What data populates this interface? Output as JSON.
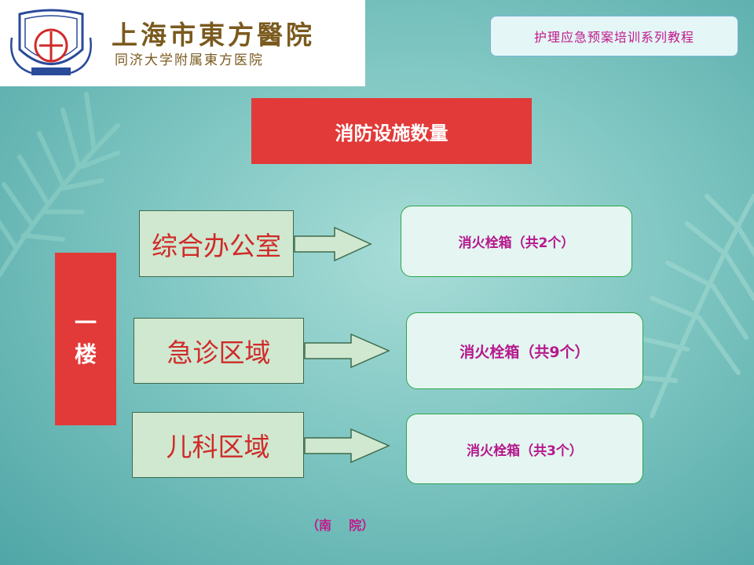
{
  "header": {
    "hospital_name": "上海市東方醫院",
    "hospital_subtitle": "同济大学附属東方医院",
    "series_label": "护理应急预案培训系列教程"
  },
  "slide": {
    "title": "消防设施数量",
    "floor_label_line1": "一",
    "floor_label_line2": "楼",
    "rows": [
      {
        "area": "综合办公室",
        "facility": "消火栓箱（共2个）"
      },
      {
        "area": "急诊区域",
        "facility": "消火栓箱（共9个）"
      },
      {
        "area": "儿科区域",
        "facility": "消火栓箱（共3个）"
      }
    ],
    "footer_note": "（南    院）"
  },
  "icons": {
    "logo": "hospital-seal-icon",
    "arrow": "right-arrow-icon",
    "background": "palm-leaf-icon"
  },
  "colors": {
    "red_box": "#e23a38",
    "area_text": "#d02a2a",
    "area_fill": "#cfe8cf",
    "facility_text": "#b5188c",
    "series_text": "#c0198a",
    "logo_gold": "#7a5a1e"
  }
}
